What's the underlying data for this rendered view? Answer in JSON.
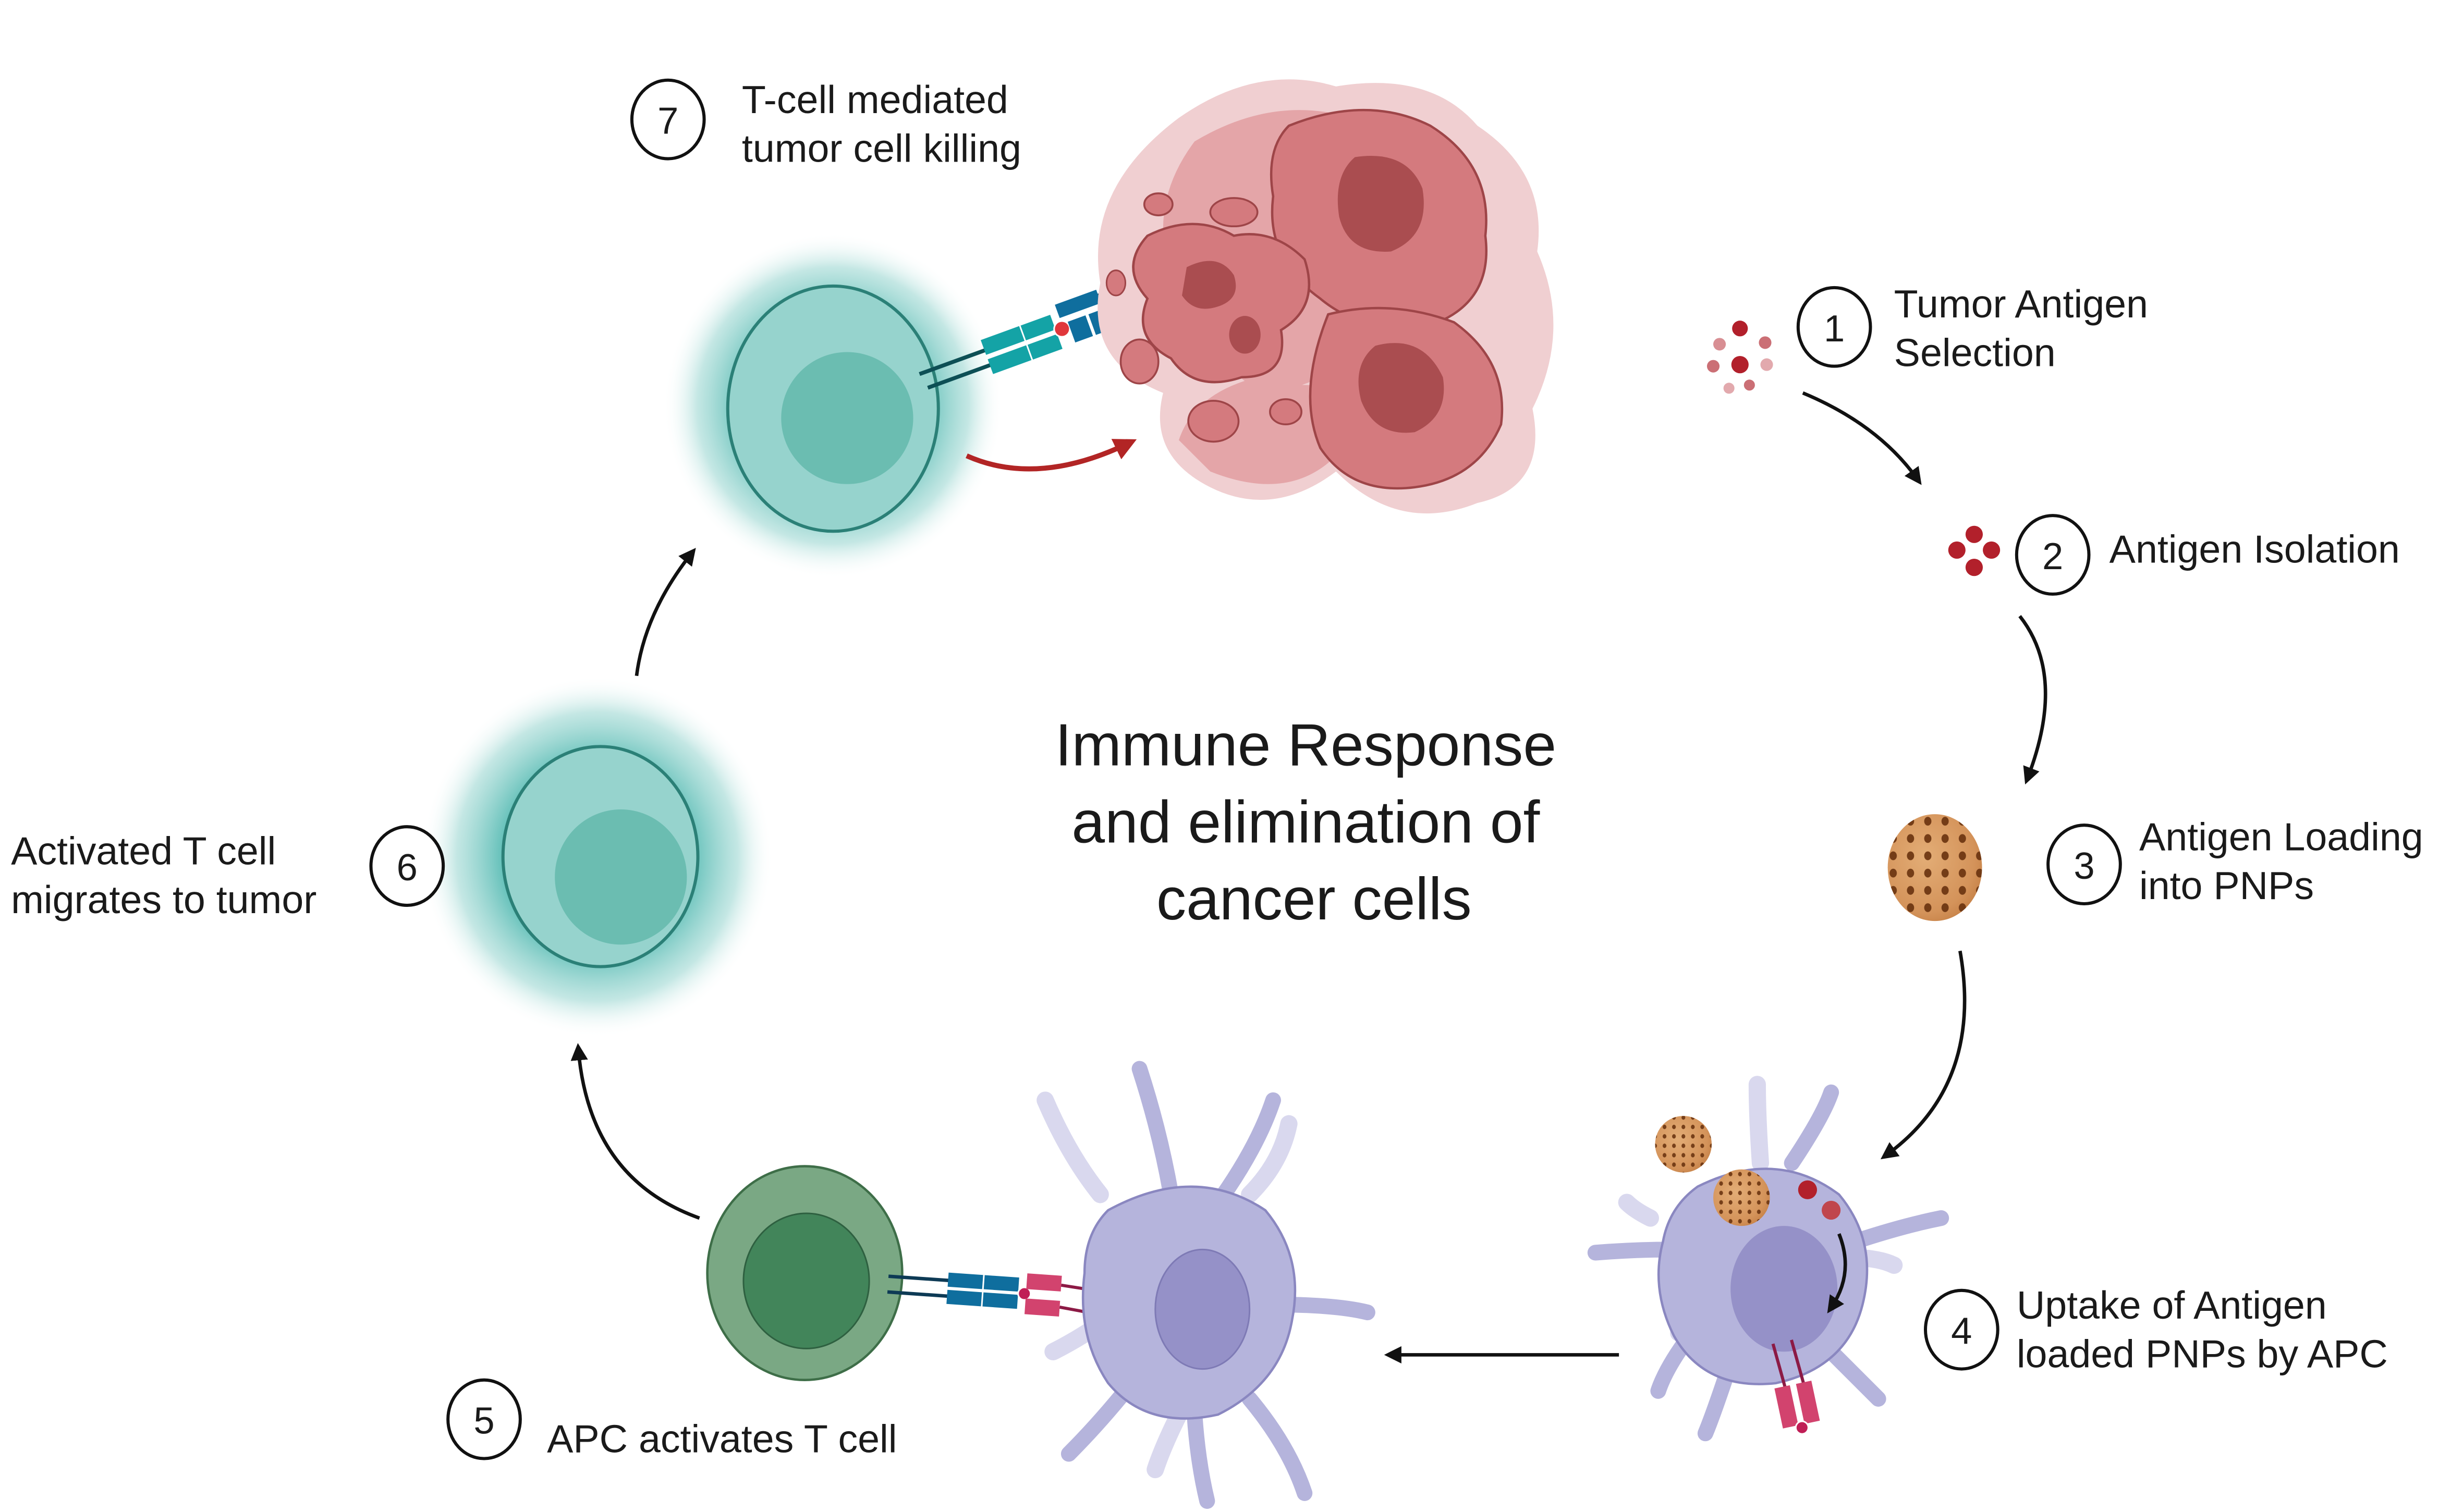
{
  "title": {
    "lines": [
      "Immune Response",
      "and elimination of",
      "cancer cells"
    ]
  },
  "steps": [
    {
      "number": "1",
      "lines": [
        "Tumor Antigen",
        "Selection"
      ]
    },
    {
      "number": "2",
      "lines": [
        "Antigen Isolation"
      ]
    },
    {
      "number": "3",
      "lines": [
        "Antigen Loading",
        "into PNPs"
      ]
    },
    {
      "number": "4",
      "lines": [
        "Uptake of Antigen",
        "loaded PNPs by APC"
      ]
    },
    {
      "number": "5",
      "lines": [
        "APC activates T cell"
      ]
    },
    {
      "number": "6",
      "lines": [
        "Activated T cell",
        "migrates to tumor"
      ]
    },
    {
      "number": "7",
      "lines": [
        "T-cell mediated",
        "tumor cell killing"
      ]
    }
  ],
  "colors": {
    "tcell_glow": "#4fb8b0",
    "tcell_cytoplasm": "#96d3cd",
    "tcell_nucleus": "#6bbdb1",
    "tcell_outline": "#2b8077",
    "naive_tcell_cytoplasm": "#7aa884",
    "naive_tcell_nucleus": "#42855a",
    "naive_tcell_outline": "#3e6e48",
    "apc_body": "#b5b4dc",
    "apc_nucleus": "#9591c8",
    "apc_outline": "#8a87c0",
    "tumor_light": "#f0cfd1",
    "tumor_mid": "#e4a5a8",
    "tumor_cell": "#d47a7e",
    "tumor_nucleus": "#aa4d50",
    "tumor_outline": "#9e4548",
    "pnp_fill": "#d99a5e",
    "pnp_dots": "#6b3410",
    "antigen": "#b2202b",
    "tcr_teal": "#14a3a6",
    "tcr_blue": "#0f6e9e",
    "mhc_pink": "#d2436e",
    "kill_arrow": "#b22525",
    "flow_arrow": "#111111"
  }
}
